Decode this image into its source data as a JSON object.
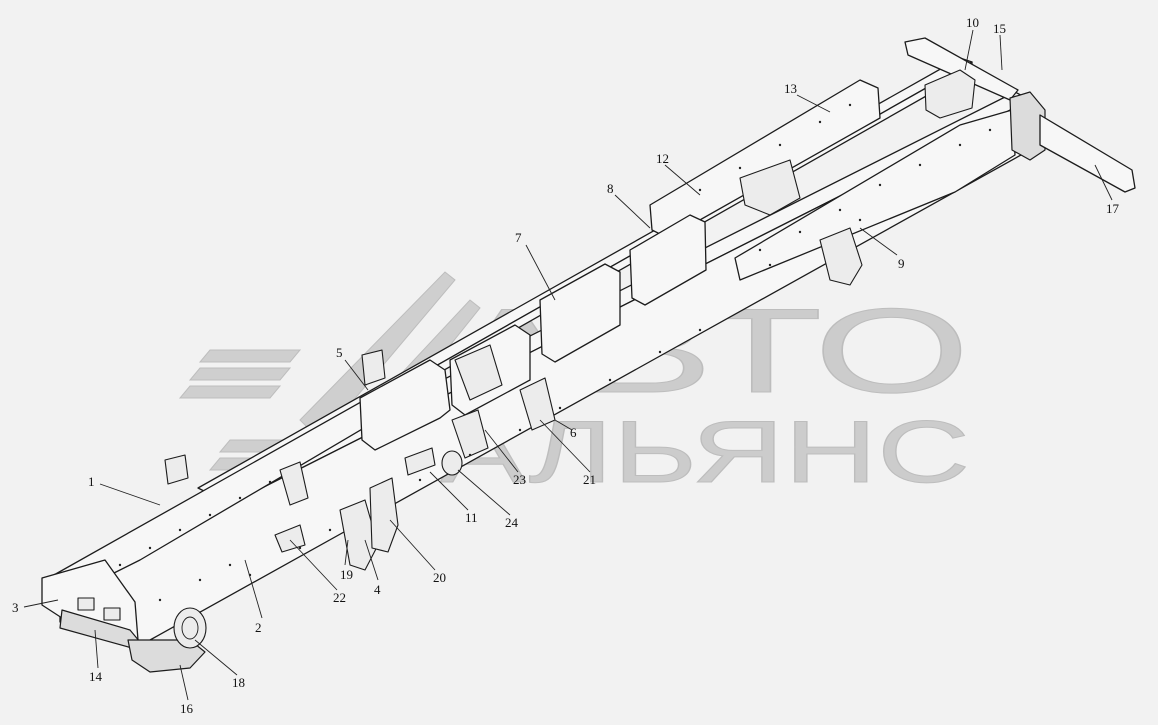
{
  "watermark": {
    "line1": "АВТО",
    "line2": "АЛЬЯНС",
    "color": "#c9c9c9"
  },
  "callouts": [
    {
      "id": "1",
      "label": "1"
    },
    {
      "id": "2",
      "label": "2"
    },
    {
      "id": "3",
      "label": "3"
    },
    {
      "id": "4",
      "label": "4"
    },
    {
      "id": "5",
      "label": "5"
    },
    {
      "id": "6",
      "label": "6"
    },
    {
      "id": "7",
      "label": "7"
    },
    {
      "id": "8",
      "label": "8"
    },
    {
      "id": "9",
      "label": "9"
    },
    {
      "id": "10",
      "label": "10"
    },
    {
      "id": "11",
      "label": "11"
    },
    {
      "id": "12",
      "label": "12"
    },
    {
      "id": "13",
      "label": "13"
    },
    {
      "id": "14",
      "label": "14"
    },
    {
      "id": "15",
      "label": "15"
    },
    {
      "id": "16",
      "label": "16"
    },
    {
      "id": "17",
      "label": "17"
    },
    {
      "id": "18",
      "label": "18"
    },
    {
      "id": "19",
      "label": "19"
    },
    {
      "id": "20",
      "label": "20"
    },
    {
      "id": "21",
      "label": "21"
    },
    {
      "id": "22",
      "label": "22"
    },
    {
      "id": "23",
      "label": "23"
    },
    {
      "id": "24",
      "label": "24"
    }
  ],
  "colors": {
    "line": "#1c1c1c",
    "background": "#f2f2f2"
  }
}
